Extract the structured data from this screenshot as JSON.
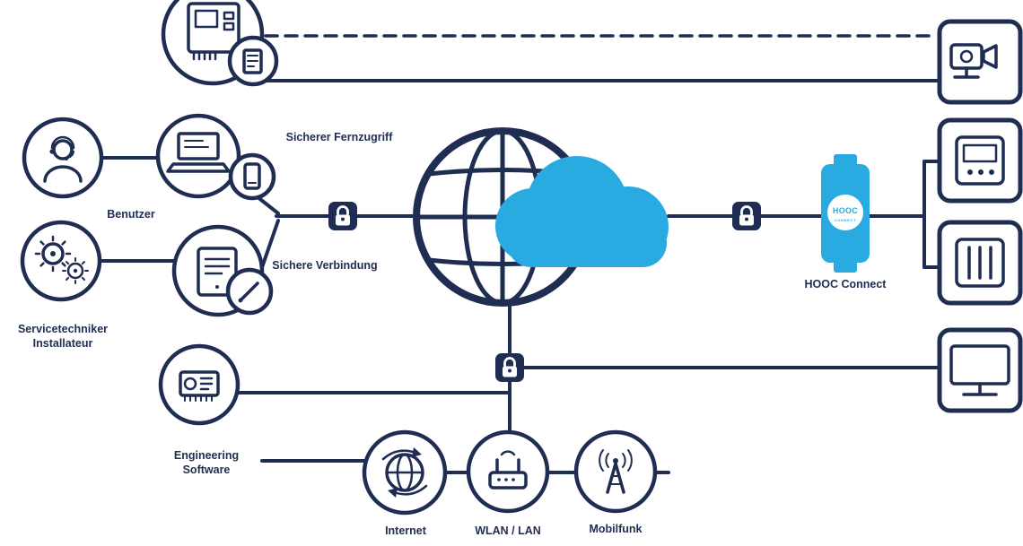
{
  "diagram": {
    "colors": {
      "navy": "#1f2d52",
      "blue": "#29abe2",
      "background": "#ffffff"
    },
    "labels": {
      "users": "Benutzer",
      "service_line1": "Servicetechniker",
      "service_line2": "Installateur",
      "engineering_line1": "Engineering",
      "engineering_line2": "Software",
      "path_upper": "Sicherer Fernzugriff",
      "path_lower": "Sichere Verbindung",
      "gateway": "HOOC Connect",
      "internet": "Internet",
      "wlan": "WLAN / LAN",
      "mobile": "Mobilfunk"
    },
    "gateway_device": {
      "brand": "HOOC",
      "brand_sub": "CONNECT"
    },
    "icons": {
      "left": [
        "control-system-icon",
        "operator-headset-icon",
        "gears-icon",
        "laptop-icon",
        "smartphone-icon",
        "tablet-icon",
        "stylus-icon",
        "engineering-tool-icon"
      ],
      "center": [
        "globe-icon",
        "cloud-icon",
        "lock-icon"
      ],
      "right": [
        "camera-icon",
        "controller-icon",
        "io-module-icon",
        "monitor-icon"
      ],
      "bottom": [
        "internet-globe-icon",
        "router-icon",
        "antenna-icon"
      ]
    }
  }
}
